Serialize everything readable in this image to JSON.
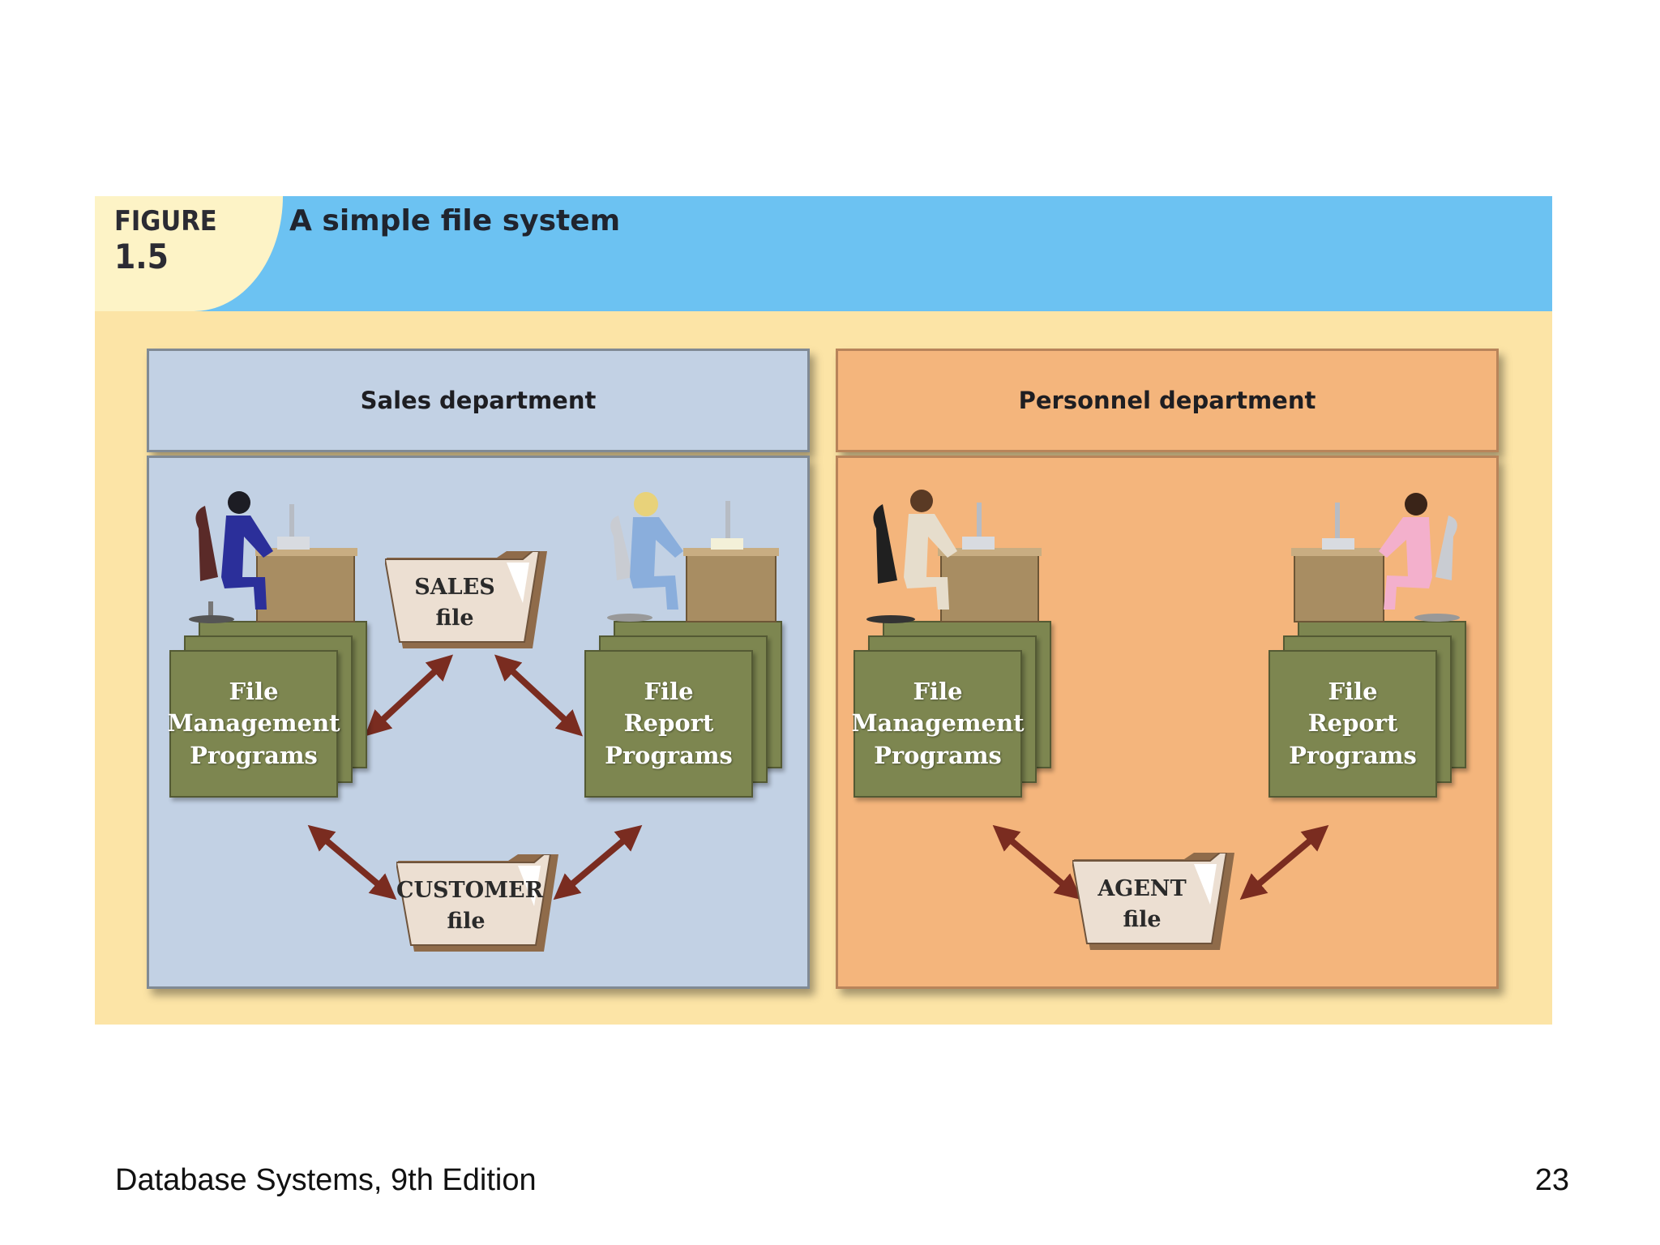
{
  "figure": {
    "label_word": "FIGURE",
    "label_number": "1.5",
    "title": "A simple file system"
  },
  "departments": [
    {
      "name": "Sales department",
      "programs": [
        "File Management Programs",
        "File Report Programs"
      ],
      "files": [
        "SALES file",
        "CUSTOMER file"
      ]
    },
    {
      "name": "Personnel department",
      "programs": [
        "File Management Programs",
        "File Report Programs"
      ],
      "files": [
        "AGENT file"
      ]
    }
  ],
  "sales": {
    "header": "Sales department",
    "mgmt": [
      "File",
      "Management",
      "Programs"
    ],
    "report": [
      "File",
      "Report",
      "Programs"
    ],
    "sales_file": [
      "SALES",
      "file"
    ],
    "customer_file": [
      "CUSTOMER",
      "file"
    ]
  },
  "personnel": {
    "header": "Personnel department",
    "mgmt": [
      "File",
      "Management",
      "Programs"
    ],
    "report": [
      "File",
      "Report",
      "Programs"
    ],
    "agent_file": [
      "AGENT",
      "file"
    ]
  },
  "footer": {
    "book": "Database Systems, 9th Edition",
    "page": "23"
  },
  "colors": {
    "header_blue": "#6cc2f2",
    "figure_bg": "#fce4a6",
    "sales_bg": "#c2d1e4",
    "personnel_bg": "#f4b57c",
    "program_green": "#7d8650",
    "arrow": "#7a2c20"
  }
}
